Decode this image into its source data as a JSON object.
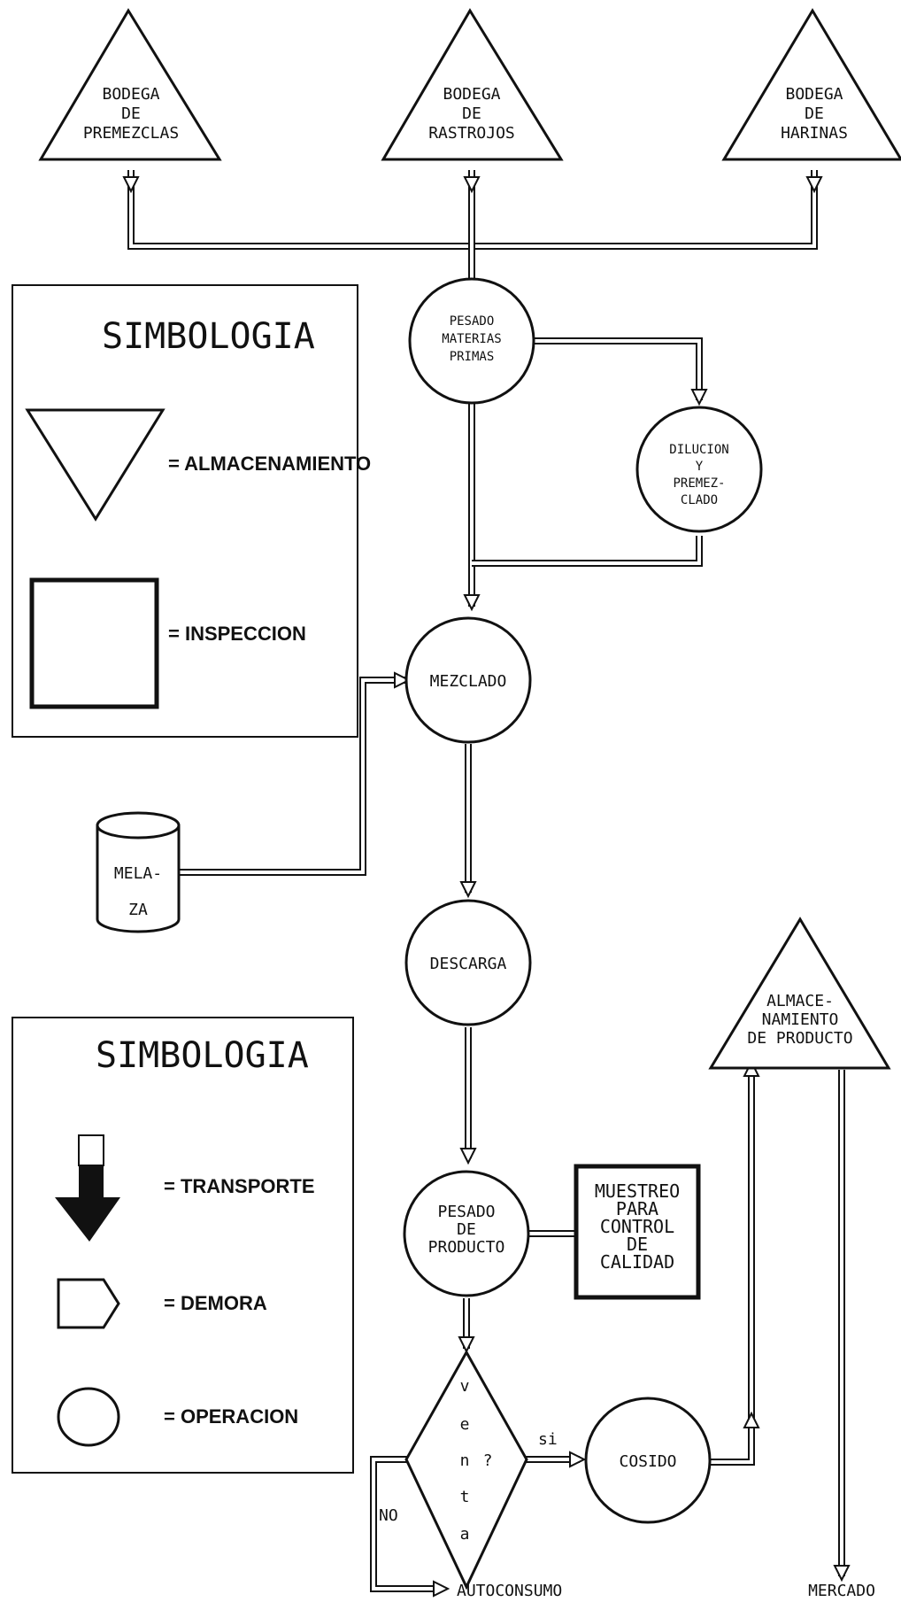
{
  "storage": {
    "premezclas": [
      "BODEGA",
      "DE",
      "PREMEZCLAS"
    ],
    "rastrojos": [
      "BODEGA",
      "DE",
      "RASTROJOS"
    ],
    "harinas": [
      "BODEGA",
      "DE",
      "HARINAS"
    ],
    "producto": [
      "ALMACE-",
      "NAMIENTO",
      "DE PRODUCTO"
    ]
  },
  "operations": {
    "pesado_mp": [
      "PESADO",
      "MATERIAS",
      "PRIMAS"
    ],
    "dilucion": [
      "DILUCION",
      "Y",
      "PREMEZ-",
      "CLADO"
    ],
    "mezclado": "MEZCLADO",
    "descarga": "DESCARGA",
    "pesado_prod": [
      "PESADO",
      "DE",
      "PRODUCTO"
    ],
    "cosido": "COSIDO"
  },
  "melaza": [
    "MELA-",
    "ZA"
  ],
  "inspection": [
    "MUESTREO",
    "PARA",
    "CONTROL",
    "DE",
    "CALIDAD"
  ],
  "decision": {
    "letters": [
      "v",
      "e",
      "n",
      "t",
      "a"
    ],
    "question": "?",
    "yes": "si",
    "no": "NO"
  },
  "outputs": {
    "autoconsumo": "AUTOCONSUMO",
    "mercado": "MERCADO"
  },
  "legend1": {
    "title": "SIMBOLOGIA",
    "almacenamiento": "= ALMACENAMIENTO",
    "inspeccion": "= INSPECCION"
  },
  "legend2": {
    "title": "SIMBOLOGIA",
    "transporte": "= TRANSPORTE",
    "demora": "= DEMORA",
    "operacion": "= OPERACION"
  }
}
